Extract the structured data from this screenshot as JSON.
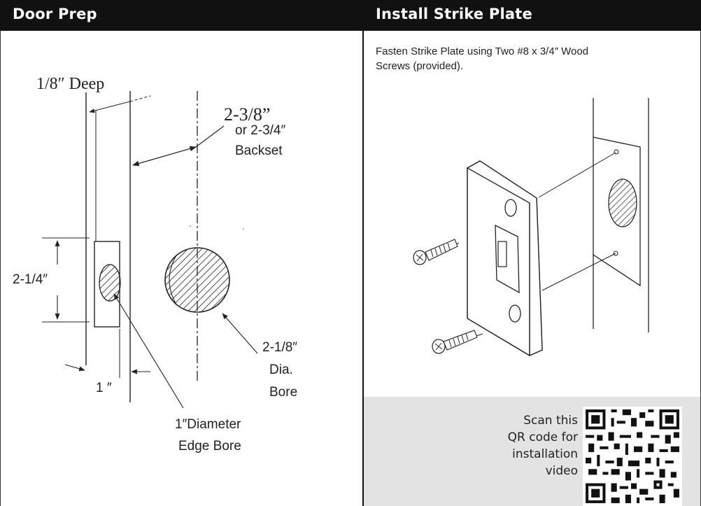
{
  "sections": [
    {
      "title": "Door Prep"
    },
    {
      "title": "Install Strike Plate"
    }
  ],
  "door_prep": {
    "depth_label": "1/8″ Deep",
    "backset_value": "2-3/8”",
    "backset_or": "or  2-3/4″",
    "backset_label": "Backset",
    "height_label": "2-1/4″",
    "width_label": "1 ″",
    "bore_size": "2-1/8″",
    "bore_dia": "Dia.",
    "bore_word": "Bore",
    "edge_bore_line1": "1″Diameter",
    "edge_bore_line2": "Edge Bore"
  },
  "strike_plate": {
    "instruction": "Fasten Strike Plate using Two #8 x 3/4″ Wood Screws (provided)."
  },
  "qr": {
    "line1": "Scan this",
    "line2": "QR code for",
    "line3": "installation",
    "line4": "video",
    "panel_color": "#e3e3e3"
  },
  "colors": {
    "header_bg": "#111111",
    "header_text": "#ffffff",
    "line": "#222222"
  }
}
